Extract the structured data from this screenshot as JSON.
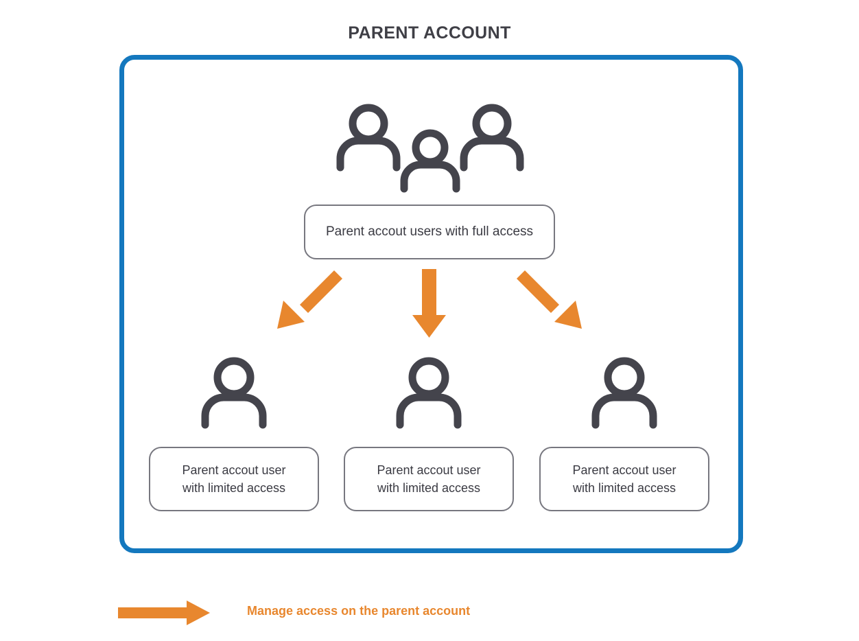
{
  "page": {
    "title": "PARENT ACCOUNT",
    "background_color": "#ffffff"
  },
  "colors": {
    "container_border_blue": "#1478be",
    "arrow_orange": "#e8872e",
    "icon_gray": "#44444c",
    "box_border_gray": "#77777f",
    "title_gray": "#3f3f46",
    "text_gray": "#3a3a42"
  },
  "container": {
    "name": "parent-account-boundary"
  },
  "nodes": {
    "parent_group": {
      "icon": "three-users-icon",
      "label": "Parent accout users with full access"
    },
    "children": [
      {
        "icon": "user-icon",
        "label_line_1": "Parent accout user",
        "label_line_2": "with limited access"
      },
      {
        "icon": "user-icon",
        "label_line_1": "Parent accout user",
        "label_line_2": "with limited access"
      },
      {
        "icon": "user-icon",
        "label_line_1": "Parent accout user",
        "label_line_2": "with limited access"
      }
    ]
  },
  "arrows": {
    "left": {
      "name": "arrow-down-left",
      "color": "#e8872e"
    },
    "center": {
      "name": "arrow-down",
      "color": "#e8872e"
    },
    "right": {
      "name": "arrow-down-right",
      "color": "#e8872e"
    }
  },
  "legend": {
    "arrow_icon": "arrow-right-icon",
    "label": "Manage access on the parent account"
  }
}
